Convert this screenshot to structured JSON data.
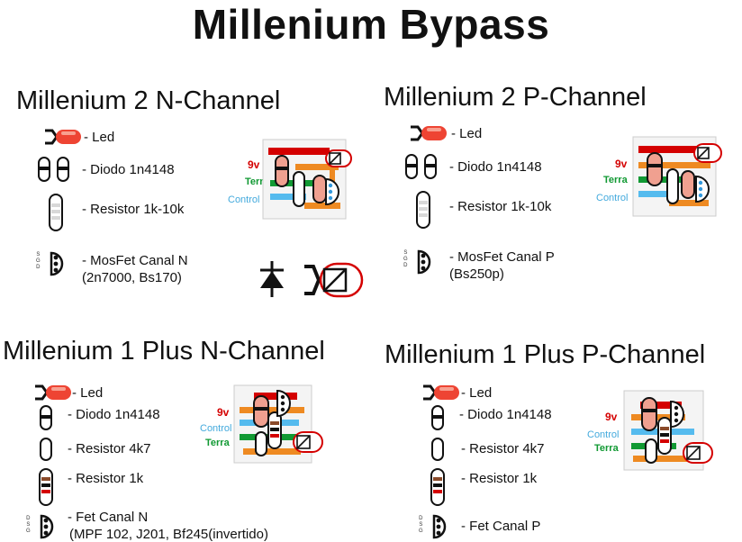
{
  "title": "Millenium Bypass",
  "sections": [
    {
      "title": "Millenium 2 N-Channel",
      "items": [
        {
          "label": "- Led"
        },
        {
          "label": "- Diodo  1n4148"
        },
        {
          "label": "- Resistor 1k-10k"
        },
        {
          "label": "- MosFet Canal N",
          "sub": "(2n7000, Bs170)",
          "pins": "S\nG\nD"
        }
      ],
      "board": {
        "labels": [
          "9v",
          "Terra",
          "Control"
        ]
      }
    },
    {
      "title": "Millenium 2 P-Channel",
      "items": [
        {
          "label": "- Led"
        },
        {
          "label": "- Diodo  1n4148"
        },
        {
          "label": "- Resistor 1k-10k"
        },
        {
          "label": "- MosFet Canal P",
          "sub": "(Bs250p)",
          "pins": "S\nG\nD"
        }
      ],
      "board": {
        "labels": [
          "9v",
          "Terra",
          "Control"
        ]
      }
    },
    {
      "title": "Millenium 1 Plus N-Channel",
      "items": [
        {
          "label": "- Led"
        },
        {
          "label": "- Diodo  1n4148"
        },
        {
          "label": "- Resistor 4k7"
        },
        {
          "label": "- Resistor 1k"
        },
        {
          "label": "- Fet Canal N",
          "sub": "(MPF 102, J201, Bf245(invertido)",
          "pins": "D\nS\nG"
        }
      ],
      "board": {
        "labels": [
          "9v",
          "Control",
          "Terra"
        ]
      }
    },
    {
      "title": "Millenium 1 Plus P-Channel",
      "items": [
        {
          "label": "- Led"
        },
        {
          "label": "- Diodo  1n4148"
        },
        {
          "label": "- Resistor 4k7"
        },
        {
          "label": "- Resistor 1k"
        },
        {
          "label": "- Fet Canal P",
          "pins": "D\nS\nG"
        }
      ],
      "board": {
        "labels": [
          "9v",
          "Control",
          "Terra"
        ]
      }
    }
  ],
  "colors": {
    "red": "#d40000",
    "green": "#119933",
    "blue": "#55bbee",
    "orange": "#ee8a22",
    "led": "#ee4433",
    "board": "#f4f4f4",
    "board_border": "#cccccc"
  }
}
